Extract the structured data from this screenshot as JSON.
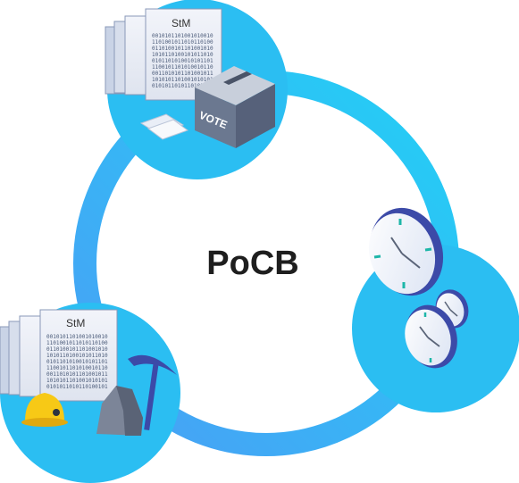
{
  "center_label": "PoCB",
  "nodes": [
    {
      "name": "voting",
      "doc_title": "StM",
      "ballot_label": "VOTE"
    },
    {
      "name": "clocks"
    },
    {
      "name": "mining",
      "doc_title": "StM"
    }
  ],
  "binary_lines": [
    "0010101101001010010",
    "1101001011010110100",
    "0110100101101001010",
    "1010110100101011010",
    "0101101010010101101",
    "1100101101010010110",
    "0011010101101001011",
    "1010101101001010101",
    "0101011010110100101"
  ],
  "colors": {
    "ring_gradient_start": "#4a9ef5",
    "ring_gradient_end": "#22d0f5",
    "circle_fill": "#2bbef2",
    "text": "#1e1e1e"
  },
  "icons": [
    "document-stack-icon",
    "ballot-box-icon",
    "banknote-icon",
    "clock-icon",
    "hard-hat-icon",
    "rock-icon",
    "pickaxe-icon"
  ]
}
